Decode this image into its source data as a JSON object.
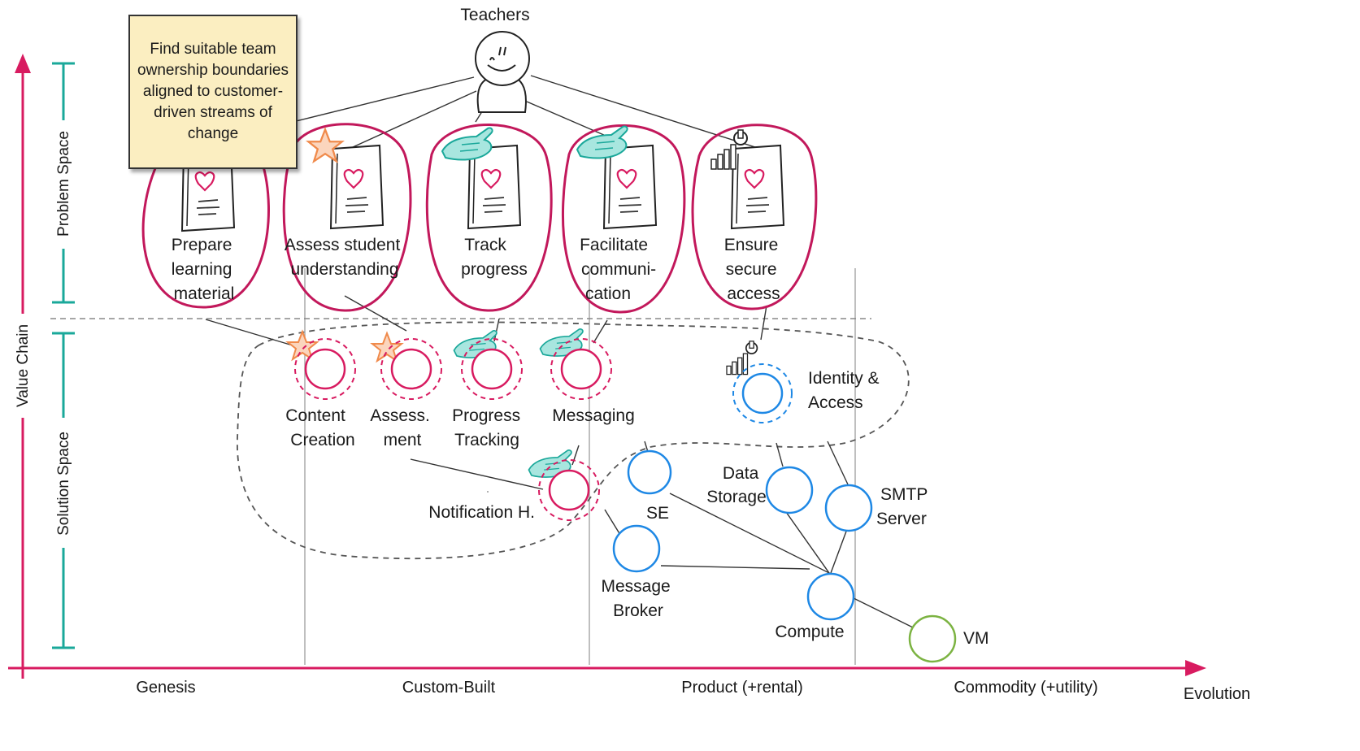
{
  "actor": {
    "label": "Teachers"
  },
  "note": {
    "text": "Find suitable team ownership boundaries aligned to customer-driven streams of change"
  },
  "axes": {
    "y_label": "Value Chain",
    "x_label": "Evolution",
    "problem_space": "Problem Space",
    "solution_space": "Solution Space",
    "stages": [
      "Genesis",
      "Custom-Built",
      "Product (+rental)",
      "Commodity (+utility)"
    ]
  },
  "needs": [
    {
      "lines": [
        "Prepare",
        "learning",
        "material"
      ]
    },
    {
      "lines": [
        "Assess student",
        "understanding"
      ]
    },
    {
      "lines": [
        "Track",
        "progress"
      ]
    },
    {
      "lines": [
        "Facilitate",
        "communi-",
        "cation"
      ]
    },
    {
      "lines": [
        "Ensure",
        "secure",
        "access"
      ]
    }
  ],
  "components": {
    "content_creation": {
      "lines": [
        "Content",
        "Creation"
      ]
    },
    "assessment": {
      "lines": [
        "Assess.",
        "ment"
      ]
    },
    "progress_tracking": {
      "lines": [
        "Progress",
        "Tracking"
      ]
    },
    "messaging": {
      "lines": [
        "Messaging"
      ]
    },
    "identity_access": {
      "lines": [
        "Identity &",
        "Access"
      ]
    },
    "notification": {
      "lines": [
        "Notification H."
      ]
    },
    "se": {
      "lines": [
        "SE"
      ]
    },
    "data_storage": {
      "lines": [
        "Data",
        "Storage"
      ]
    },
    "smtp_server": {
      "lines": [
        "SMTP",
        "Server"
      ]
    },
    "message_broker": {
      "lines": [
        "Message",
        "Broker"
      ]
    },
    "compute": {
      "lines": [
        "Compute"
      ]
    },
    "vm": {
      "lines": [
        "VM"
      ]
    }
  },
  "colors": {
    "axis": "#d81b60",
    "space_bar": "#1aa89a",
    "need_outline": "#c2185b",
    "custom_component": "#d81b60",
    "commodity_component": "#1e88e5",
    "vm_component": "#7cb342",
    "hand_icon": "#6fd3c6",
    "star_icon": "#f08a4b",
    "heart": "#d81b60",
    "note_bg": "#fbeec1"
  },
  "icons": [
    "teacher-stickfigure-icon",
    "document-heart-icon",
    "star-icon",
    "handshake-icon",
    "bar-chart-wrench-icon"
  ]
}
